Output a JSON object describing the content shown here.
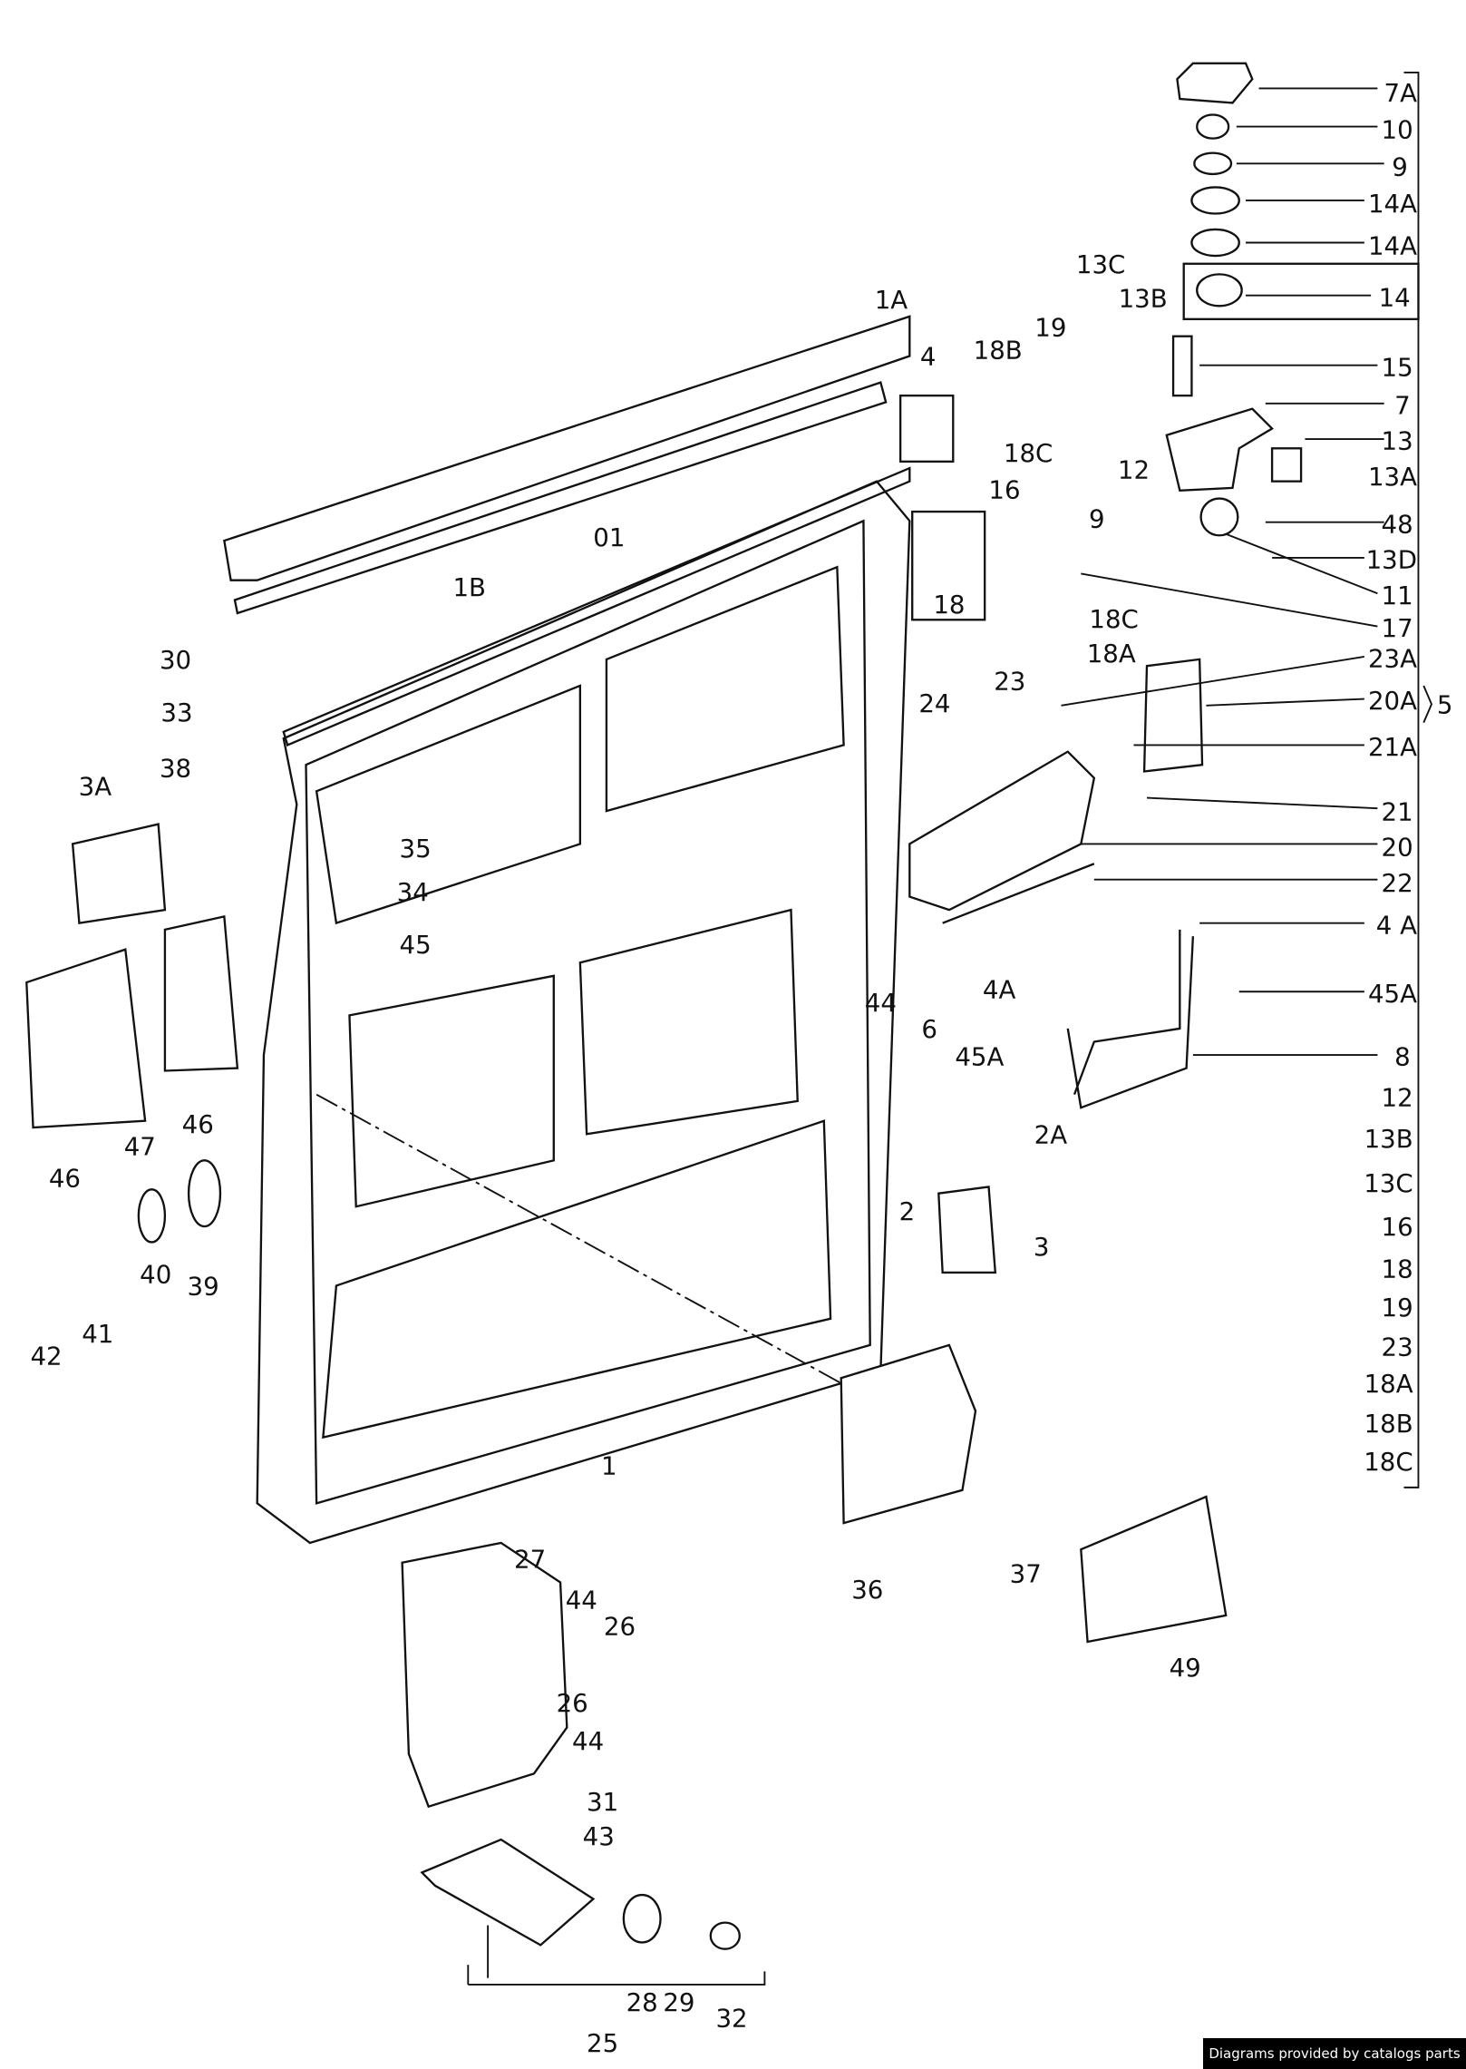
{
  "title": "Sliding door parts diagram",
  "credit": "Diagrams provided by catalogs parts",
  "bracket_label": "5",
  "labels": {
    "r7A": "7A",
    "r10": "10",
    "r9": "9",
    "r14A1": "14A",
    "r14A2": "14A",
    "r14": "14",
    "r15": "15",
    "r7": "7",
    "r13": "13",
    "r13A": "13A",
    "r48": "48",
    "r13D": "13D",
    "r11": "11",
    "r17": "17",
    "r23A": "23A",
    "r20A": "20A",
    "r21A": "21A",
    "r21": "21",
    "r20": "20",
    "r22": "22",
    "r4A": "4 A",
    "r45A": "45A",
    "r8": "8",
    "r12": "12",
    "r13B": "13B",
    "r13C": "13C",
    "r16": "16",
    "r18": "18",
    "r19": "19",
    "r23": "23",
    "r18A": "18A",
    "r18B": "18B",
    "r18C": "18C",
    "m13C": "13C",
    "m13B": "13B",
    "m19": "19",
    "m18B": "18B",
    "m18C": "18C",
    "m12": "12",
    "m16": "16",
    "m9": "9",
    "m18": "18",
    "m18C2": "18C",
    "m18A": "18A",
    "m23": "23",
    "m24": "24",
    "m1A": "1A",
    "m4": "4",
    "m01": "01",
    "m1B": "1B",
    "m30": "30",
    "m33": "33",
    "m38": "38",
    "m3A": "3A",
    "m35": "35",
    "m34": "34",
    "m45": "45",
    "m44": "44",
    "m6": "6",
    "m4A": "4A",
    "m45A": "45A",
    "m2A": "2A",
    "m2": "2",
    "m3": "3",
    "m46a": "46",
    "m47": "47",
    "m46b": "46",
    "m40": "40",
    "m39": "39",
    "m42": "42",
    "m41": "41",
    "m1": "1",
    "m36": "36",
    "m37": "37",
    "m49": "49",
    "m27": "27",
    "m44b": "44",
    "m26": "26",
    "m26b": "26",
    "m44c": "44",
    "m31": "31",
    "m43": "43",
    "m28": "28",
    "m29": "29",
    "m32": "32",
    "m25": "25"
  }
}
